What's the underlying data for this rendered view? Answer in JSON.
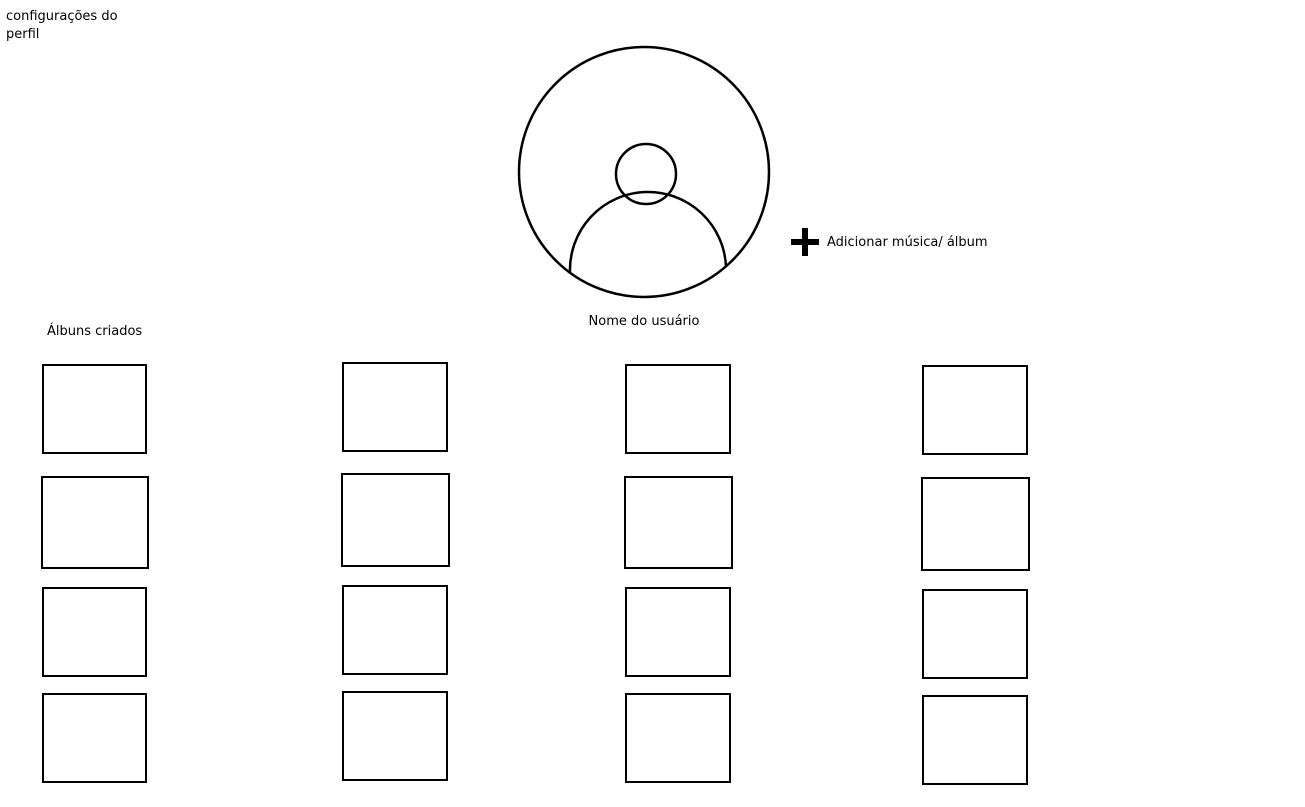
{
  "header": {
    "settings_label": "configurações do perfil"
  },
  "profile": {
    "username": "Nome do usuário",
    "avatar_icon": "user-avatar-icon"
  },
  "actions": {
    "add_label": "Adicionar música/ álbum",
    "add_icon": "plus-icon"
  },
  "albums": {
    "title": "Álbuns criados",
    "tile_count": 16
  }
}
